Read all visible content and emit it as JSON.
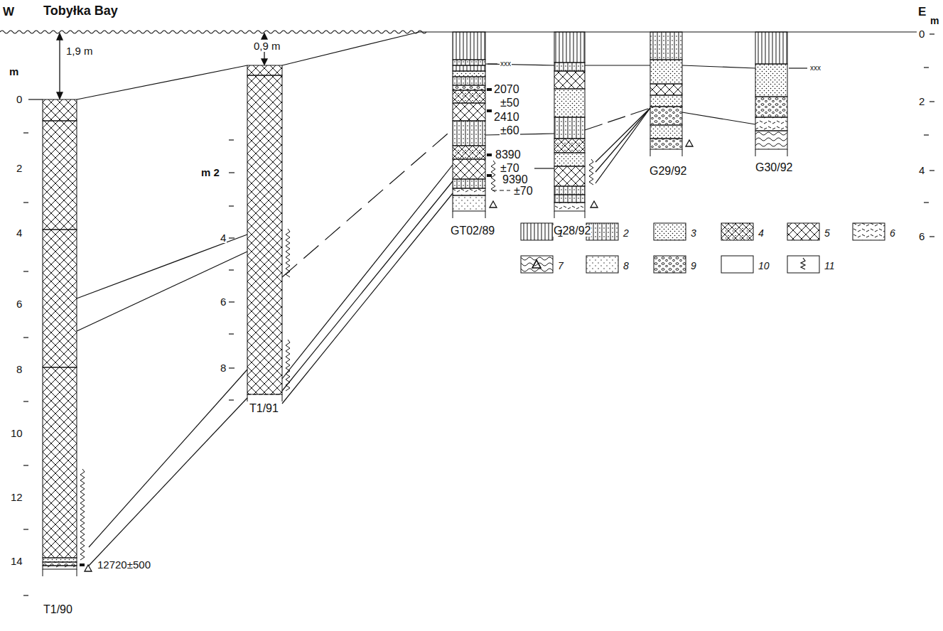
{
  "diagram": {
    "labels": [
      "W",
      "Tobyłka Bay",
      "E",
      "m",
      "m",
      "1,9 m",
      "0,9 m",
      "0",
      "2",
      "4",
      "6",
      "8",
      "10",
      "12",
      "14",
      "m 2",
      "4",
      "6",
      "8",
      "0",
      "2",
      "4",
      "6",
      "2070",
      "±50",
      "2410",
      "±60",
      "8390",
      "±70",
      "9390",
      "±70",
      "12720±500",
      "xxx",
      "xxx",
      "T1/90",
      "T1/91",
      "GT02/89",
      "G28/92",
      "G29/92",
      "G30/92"
    ],
    "legend": [
      {
        "text": "1"
      },
      {
        "text": "2"
      },
      {
        "text": "3"
      },
      {
        "text": "4"
      },
      {
        "text": "5"
      },
      {
        "text": "6"
      },
      {
        "text": "7"
      },
      {
        "text": "8"
      },
      {
        "text": "9"
      },
      {
        "text": "10"
      },
      {
        "text": "11"
      }
    ]
  }
}
